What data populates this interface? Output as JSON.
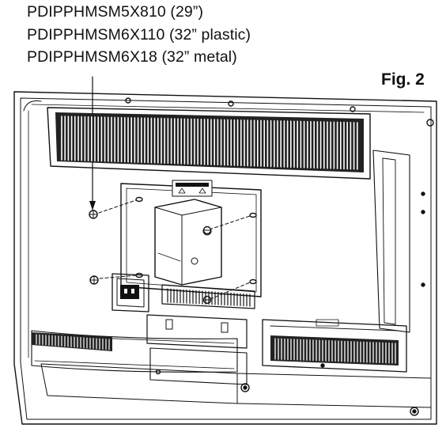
{
  "captions": [
    "PDIPPHMSM5X810 (29”)",
    "PDIPPHMSM6X110 (32” plastic)",
    "PDIPPHMSM6X18 (32” metal)"
  ],
  "figure_label": "Fig. 2",
  "colors": {
    "line": "#111111",
    "background": "#ffffff"
  }
}
